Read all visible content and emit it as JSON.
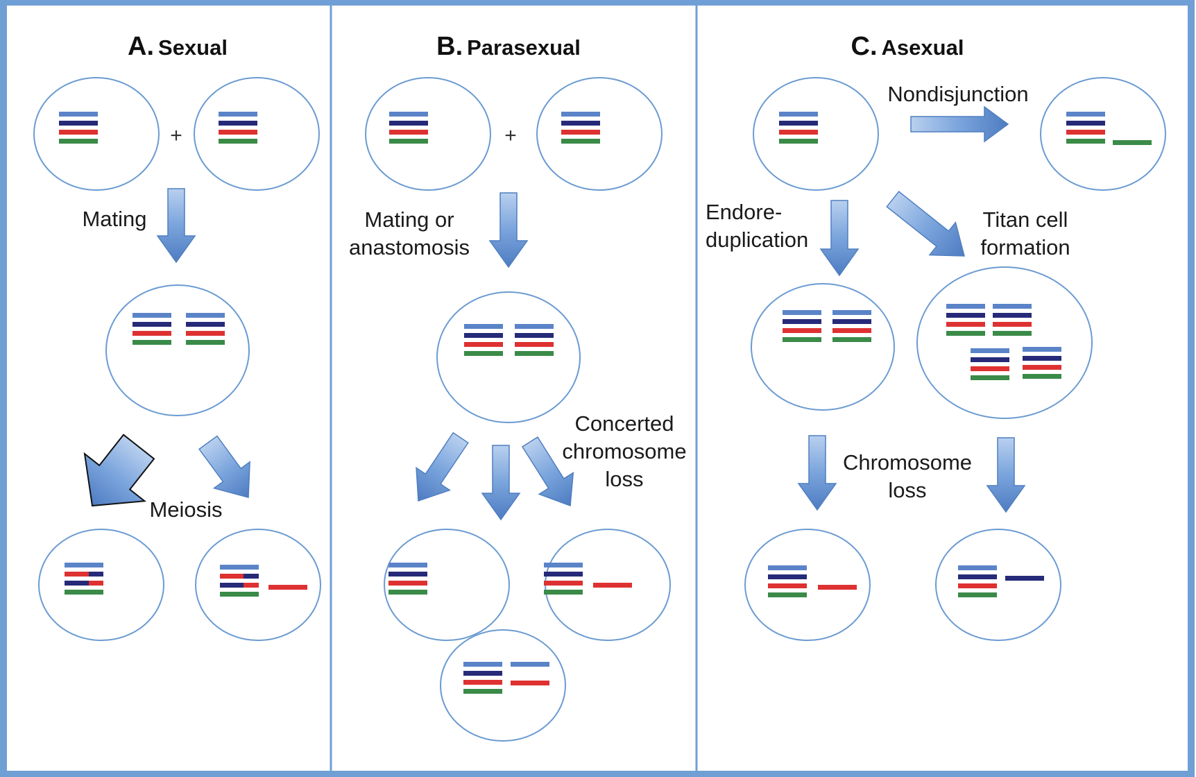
{
  "colors": {
    "chrom_light_blue": "#5b84c8",
    "chrom_dark_blue": "#262a78",
    "chrom_red": "#de3131",
    "chrom_green": "#3a8a48",
    "cell_stroke": "#6b9bd2",
    "panel_border": "#6f9fd5",
    "arrow_fill": "#6d9ad6",
    "arrow_stroke": "#4f7fc0"
  },
  "panels": {
    "a": {
      "letter": "A.",
      "name": "Sexual"
    },
    "b": {
      "letter": "B.",
      "name": "Parasexual"
    },
    "c": {
      "letter": "C.",
      "name": "Asexual"
    }
  },
  "symbols": {
    "plus": "+"
  },
  "labels": {
    "a_mating": "Mating",
    "a_meiosis": "Meiosis",
    "b_mating_1": "Mating or",
    "b_mating_2": "anastomosis",
    "b_loss_1": "Concerted",
    "b_loss_2": "chromosome",
    "b_loss_3": "loss",
    "c_nondisjunction": "Nondisjunction",
    "c_endo_1": "Endore-",
    "c_endo_2": "duplication",
    "c_titan_1": "Titan cell",
    "c_titan_2": "formation",
    "c_loss_1": "Chromosome",
    "c_loss_2": "loss"
  }
}
